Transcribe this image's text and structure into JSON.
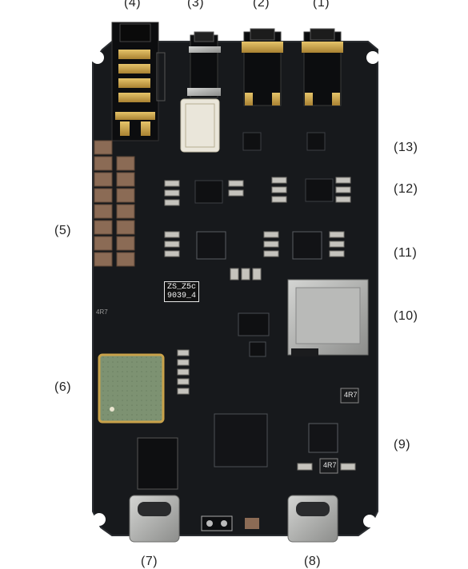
{
  "labels": {
    "l1": "(1)",
    "l2": "(2)",
    "l3": "(3)",
    "l4": "(4)",
    "l5": "(5)",
    "l6": "(6)",
    "l7": "(7)",
    "l8": "(8)",
    "l9": "(9)",
    "l10": "(10)",
    "l11": "(11)",
    "l12": "(12)",
    "l13": "(13)"
  },
  "silkscreen": {
    "board_line1": "ZS_Z5c",
    "board_line2": "9039_4",
    "inductor_1": "4R7",
    "inductor_2": "4R7",
    "inductor_3": "4R7"
  },
  "colors": {
    "pcb": "#16181b",
    "gold": "#c9a24a",
    "module_green": "#7a8f6e",
    "silver": "#a9aaa8"
  }
}
